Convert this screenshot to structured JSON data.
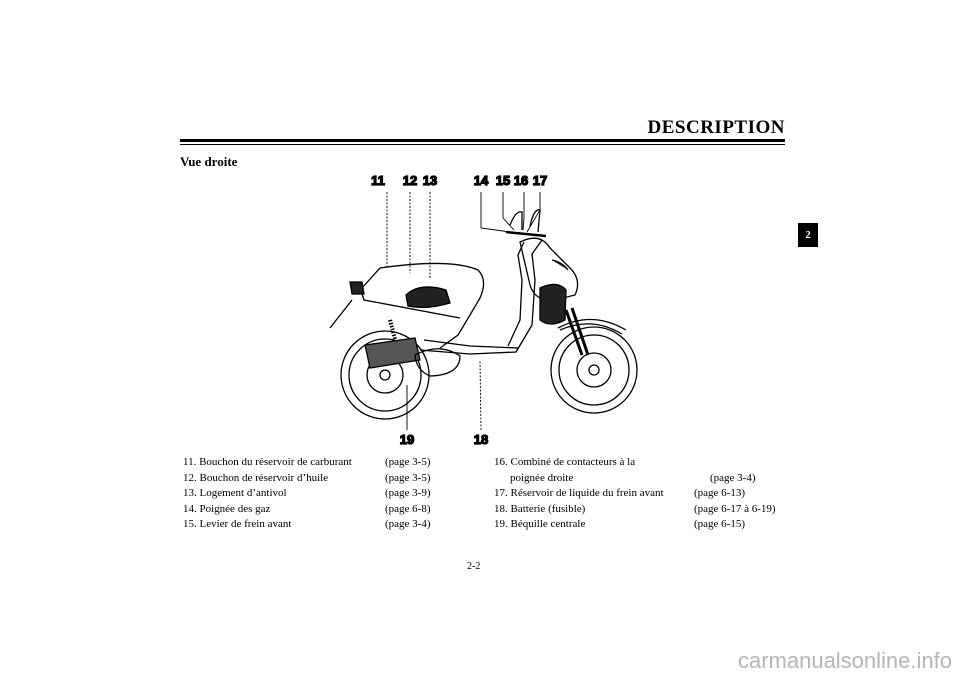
{
  "header": {
    "title": "DESCRIPTION",
    "chapter_tab": "2"
  },
  "section": {
    "title": "Vue droite"
  },
  "diagram": {
    "callouts": {
      "c11": "11",
      "c12": "12",
      "c13": "13",
      "c14": "14",
      "c15": "15",
      "c16": "16",
      "c17": "17",
      "c18": "18",
      "c19": "19"
    }
  },
  "legend": {
    "left": [
      {
        "label": "11. Bouchon du réservoir de carburant",
        "ref": "(page 3-5)"
      },
      {
        "label": "12. Bouchon de réservoir d’huile",
        "ref": "(page 3-5)"
      },
      {
        "label": "13. Logement d’antivol",
        "ref": "(page 3-9)"
      },
      {
        "label": "14. Poignée des gaz",
        "ref": "(page 6-8)"
      },
      {
        "label": "15. Levier de frein avant",
        "ref": "(page 3-4)"
      }
    ],
    "right": [
      {
        "label": "16. Combiné de contacteurs à la",
        "cont": "poignée droite",
        "ref": "(page 3-4)"
      },
      {
        "label": "17. Réservoir de liquide du frein avant",
        "ref": "(page 6-13)"
      },
      {
        "label": "18. Batterie (fusible)",
        "ref": "(page 6-17 à 6-19)"
      },
      {
        "label": "19. Béquille centrale",
        "ref": "(page 6-15)"
      }
    ]
  },
  "footer": {
    "page_number": "2-2",
    "watermark": "carmanualsonline.info"
  }
}
